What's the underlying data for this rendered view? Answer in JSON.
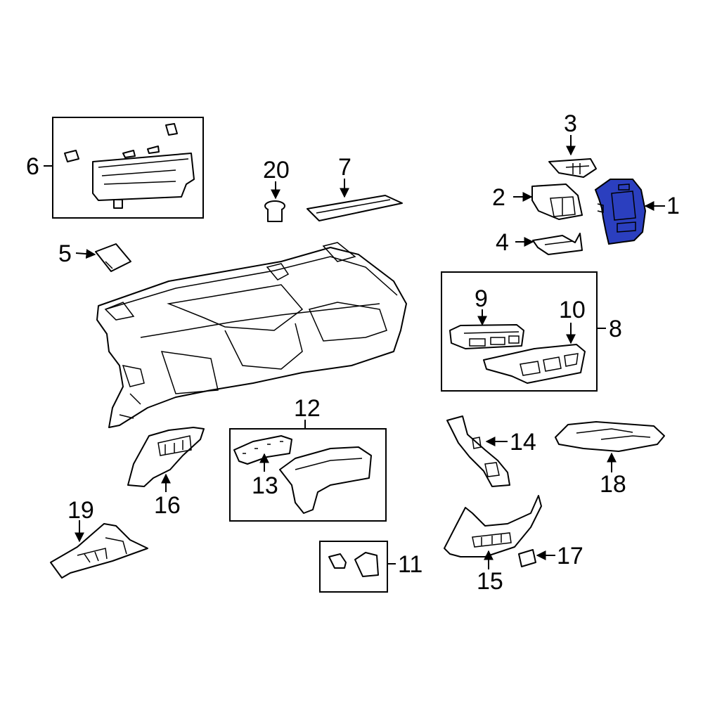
{
  "highlight_color": "#2b3fbf",
  "line_color": "#000000",
  "background": "#ffffff",
  "callouts": {
    "c1": "1",
    "c2": "2",
    "c3": "3",
    "c4": "4",
    "c5": "5",
    "c6": "6",
    "c7": "7",
    "c8": "8",
    "c9": "9",
    "c10": "10",
    "c11": "11",
    "c12": "12",
    "c13": "13",
    "c14": "14",
    "c15": "15",
    "c16": "16",
    "c17": "17",
    "c18": "18",
    "c19": "19",
    "c20": "20"
  }
}
